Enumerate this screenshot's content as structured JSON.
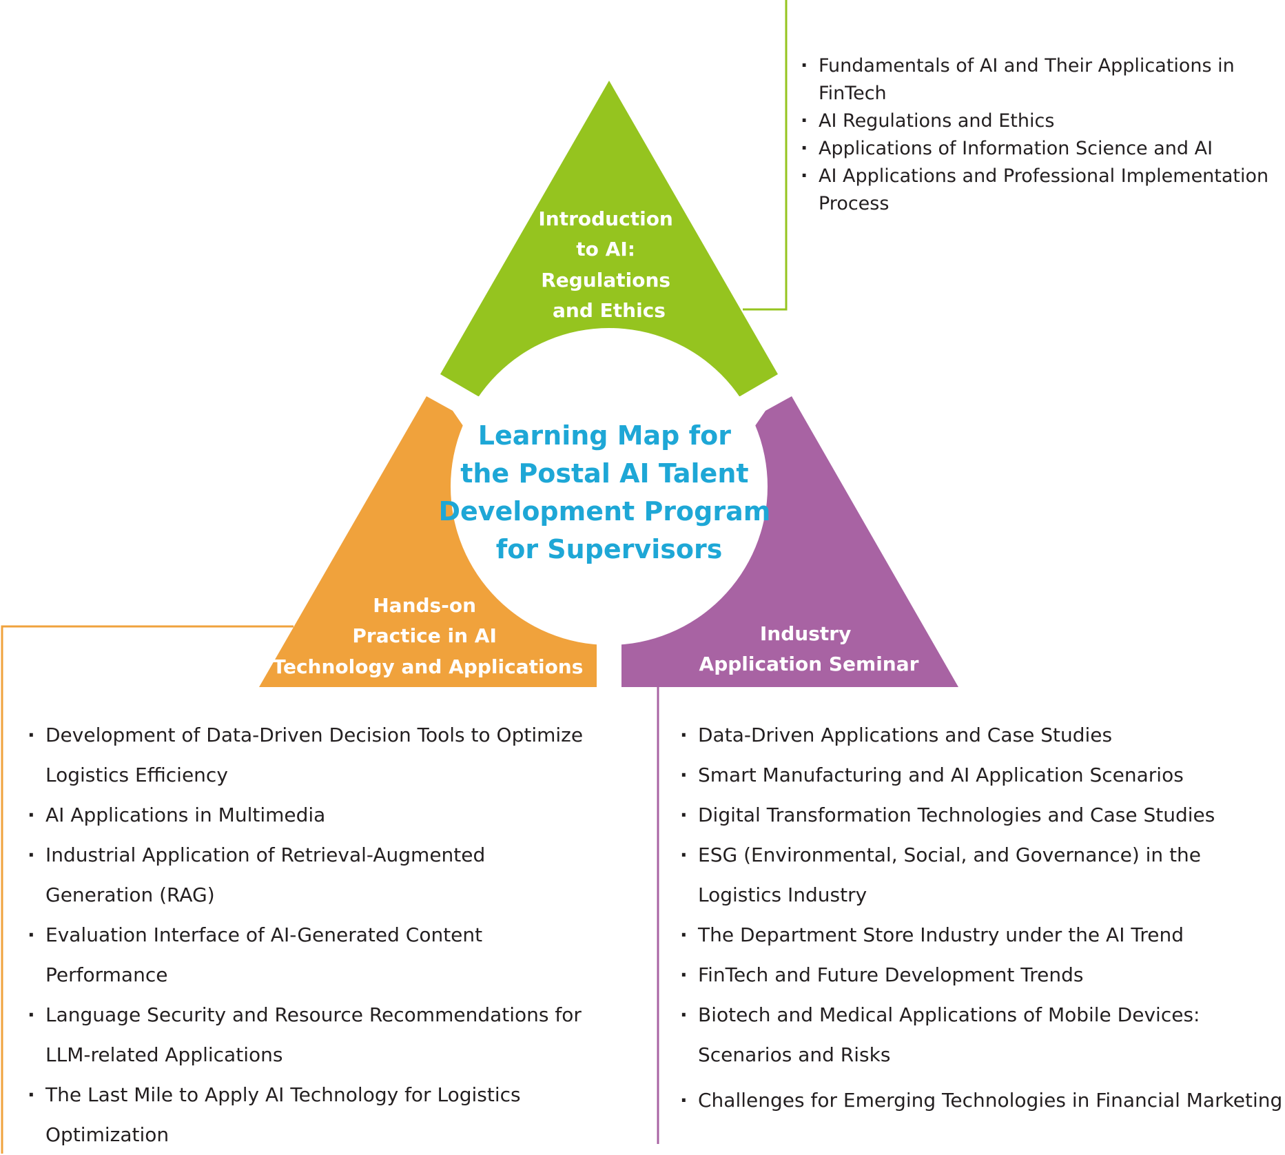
{
  "center_title": [
    "Learning Map for",
    "the Postal AI Talent",
    "Development Program",
    "for Supervisors"
  ],
  "colors": {
    "green": "#95c41f",
    "orange": "#f0a23c",
    "purple": "#a863a3",
    "center_text": "#1ea7d6",
    "list_text": "#231f20"
  },
  "modules": {
    "top": {
      "title_lines": [
        "Introduction",
        "to AI:",
        "Regulations",
        "and Ethics"
      ],
      "items": [
        "Fundamentals of AI and Their Applications in FinTech",
        "AI Regulations and Ethics",
        "Applications of Information Science and AI",
        "AI Applications and Professional Implementation Process"
      ]
    },
    "left": {
      "title_lines": [
        "Hands-on",
        "Practice in AI",
        "Technology and Applications"
      ],
      "items": [
        "Development of Data-Driven Decision Tools to Optimize Logistics Efficiency",
        "AI Applications in Multimedia",
        "Industrial Application of Retrieval-Augmented Generation (RAG)",
        "Evaluation Interface of AI-Generated Content Performance",
        "Language Security and Resource Recommendations for LLM-related Applications",
        "The Last Mile to Apply AI Technology for Logistics Optimization"
      ]
    },
    "right": {
      "title_lines": [
        "Industry",
        "Application Seminar"
      ],
      "items": [
        "Data-Driven Applications and Case Studies",
        "Smart Manufacturing and AI Application Scenarios",
        "Digital Transformation Technologies and Case Studies",
        "ESG (Environmental, Social, and Governance) in the Logistics Industry",
        "The Department Store Industry under the AI Trend",
        "FinTech and Future Development Trends",
        "Biotech and Medical Applications of Mobile Devices: Scenarios and Risks",
        "Challenges for Emerging Technologies in Financial Marketing"
      ]
    }
  }
}
